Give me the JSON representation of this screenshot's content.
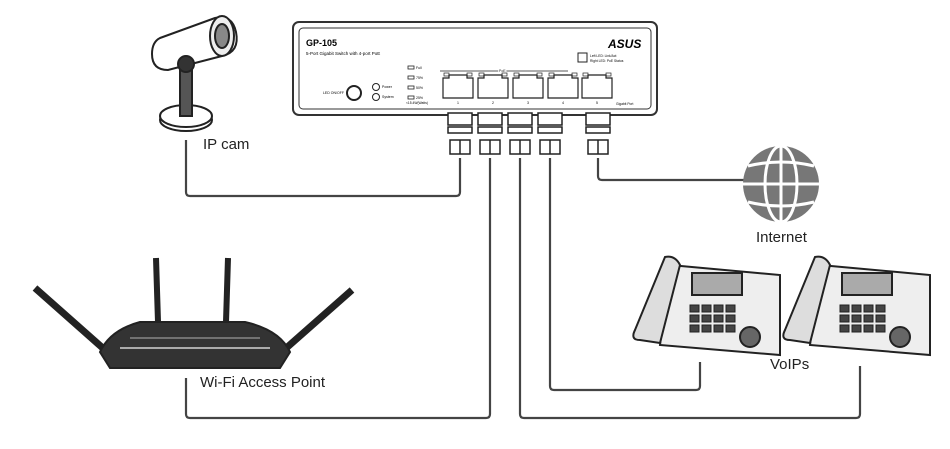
{
  "switch": {
    "model": "GP-105",
    "subtitle": "5-Port Gigabit Switch with 4-port PoE",
    "brand": "ASUS",
    "led_button_label": "LED ON/OFF",
    "power_label": "Power",
    "system_label": "System",
    "load_levels": [
      "Full",
      "75%",
      "50%",
      "25%"
    ],
    "budget_label": "<15.4W(Watts)",
    "poe_group_label": "PoE",
    "port_numbers": [
      "1",
      "2",
      "3",
      "4",
      "5"
    ],
    "led_legend_1": "Left LED: Link/Act",
    "led_legend_2": "Right LED: PoE Status",
    "uplink_label": "Gigabit Port"
  },
  "labels": {
    "ip_cam": "IP cam",
    "internet": "Internet",
    "wifi_ap": "Wi-Fi Access Point",
    "voips": "VoIPs"
  }
}
